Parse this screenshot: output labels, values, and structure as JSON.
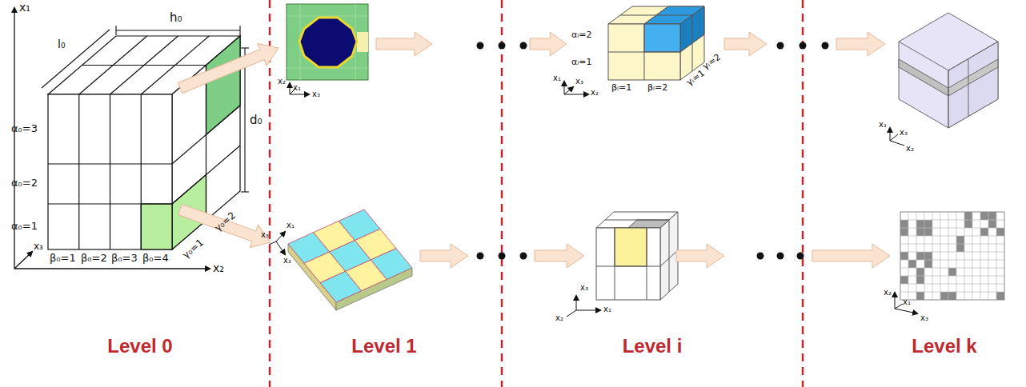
{
  "diagram": {
    "labels": [
      "x₁",
      "l₀",
      "h₀",
      "d₀",
      "α₀=3",
      "α₀=2",
      "α₀=1",
      "x₃",
      "β₀=1",
      "β₀=2",
      "β₀=3",
      "β₀=4",
      "γ₀=1",
      "γ₀=2",
      "x₂",
      "x₂",
      "x₁",
      "x₃",
      "x₁",
      "x₃",
      "x₂",
      "αᵢ=2",
      "αᵢ=1",
      "βᵢ=1",
      "βᵢ=2",
      "γᵢ=1",
      "γᵢ=2",
      "x₁",
      "x₃",
      "x₂",
      "x₃",
      "x₂",
      "x₁",
      "x₁",
      "x₃",
      "x₂",
      "x₂",
      "x₁",
      "x₃",
      "Level 0",
      "Level 1",
      "Level i",
      "Level k"
    ]
  }
}
